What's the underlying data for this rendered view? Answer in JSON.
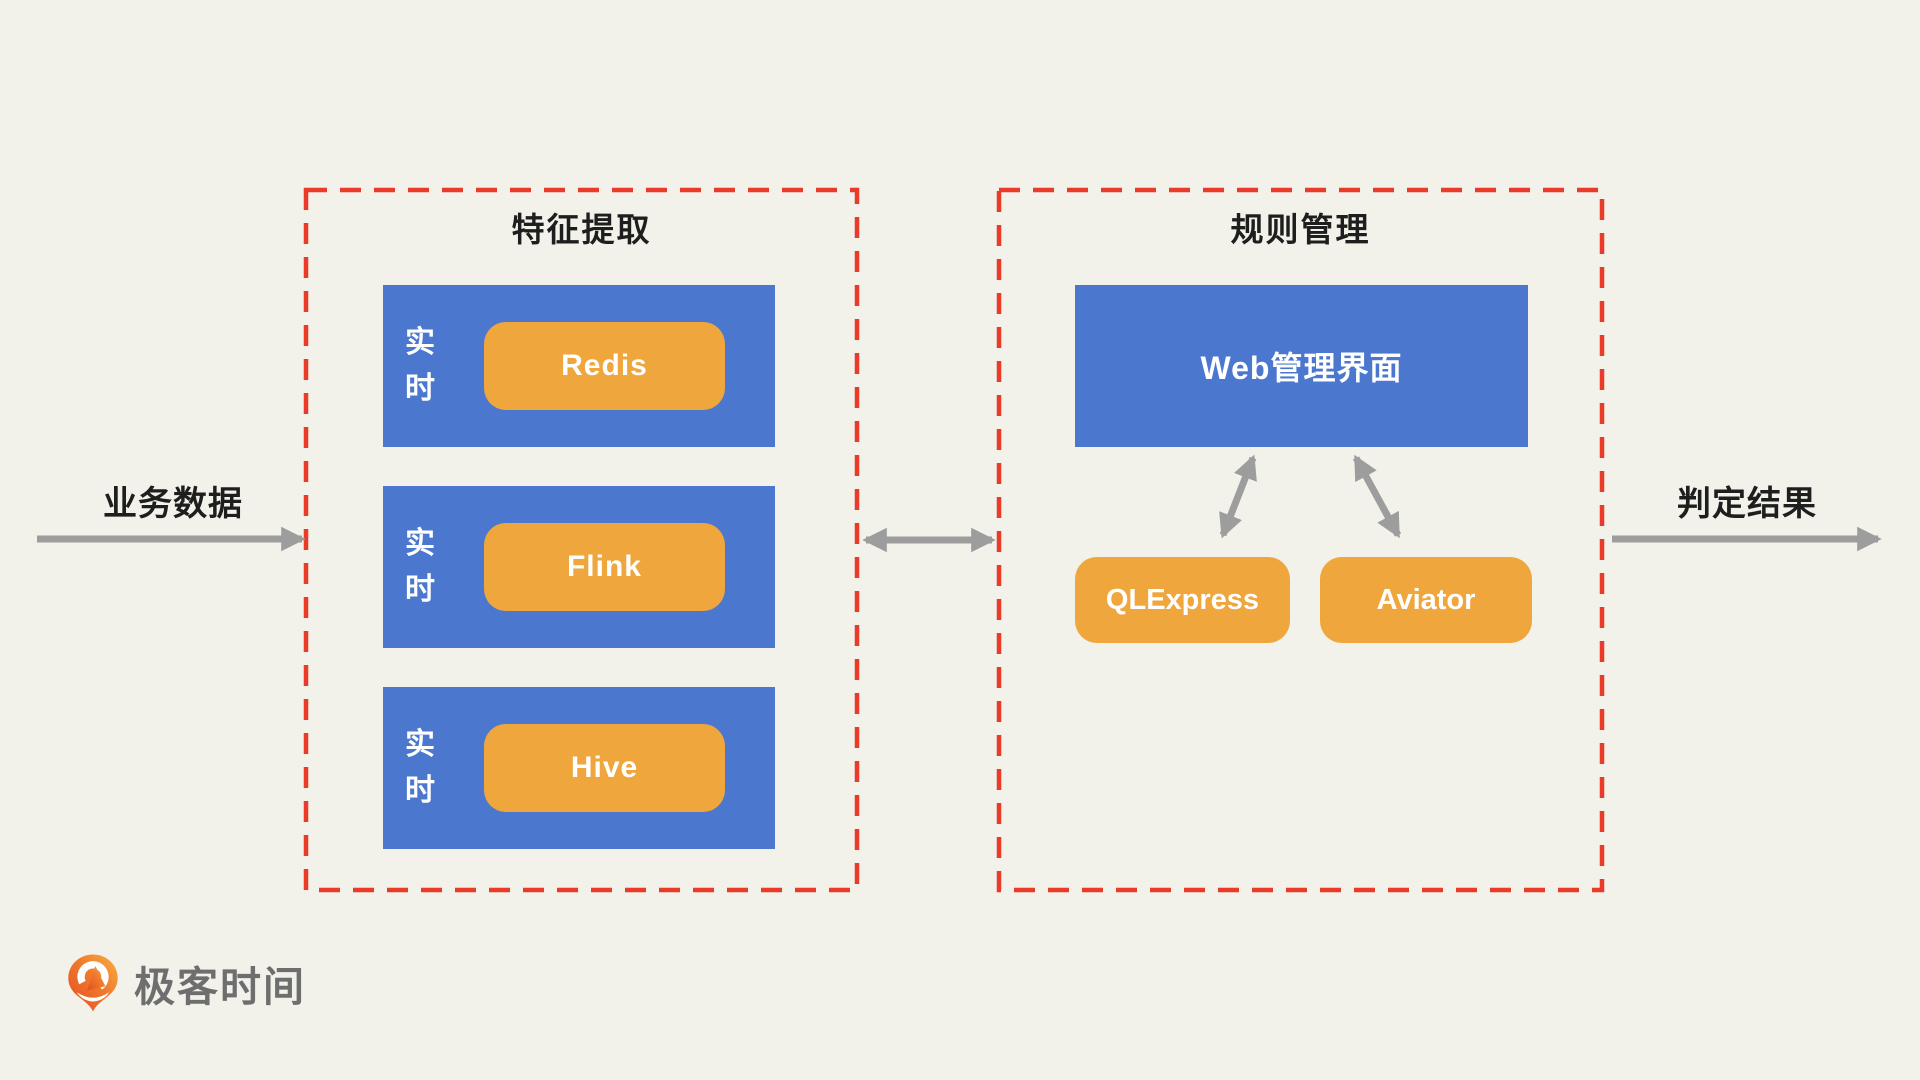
{
  "diagram": {
    "input_label": "业务数据",
    "output_label": "判定结果",
    "feature_panel": {
      "title": "特征提取",
      "rows": [
        {
          "mode": "实时",
          "tech": "Redis"
        },
        {
          "mode": "实时",
          "tech": "Flink"
        },
        {
          "mode": "实时",
          "tech": "Hive"
        }
      ]
    },
    "rule_panel": {
      "title": "规则管理",
      "console": "Web管理界面",
      "engines": [
        "QLExpress",
        "Aviator"
      ]
    }
  },
  "branding": {
    "logo_text": "极客时间"
  },
  "colors": {
    "background": "#f2f1ea",
    "panel_border_red": "#ea3a28",
    "box_blue": "#4b78ce",
    "chip_orange": "#efa63c",
    "arrow_gray": "#9d9d9d",
    "text_dark": "#1e1e1e",
    "logo_gray": "#6e6e6e"
  }
}
